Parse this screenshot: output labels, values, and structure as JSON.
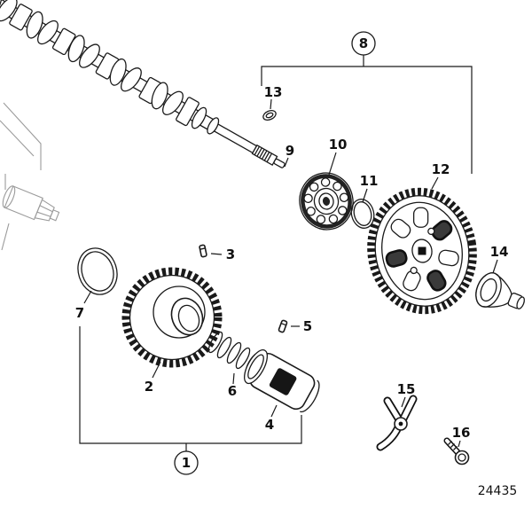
{
  "diagram": {
    "drawing_number": "24435",
    "callouts": {
      "1": "1",
      "2": "2",
      "3": "3",
      "4": "4",
      "5": "5",
      "6": "6",
      "7": "7",
      "8": "8",
      "9": "9",
      "10": "10",
      "11": "11",
      "12": "12",
      "13": "13",
      "14": "14",
      "15": "15",
      "16": "16"
    }
  }
}
